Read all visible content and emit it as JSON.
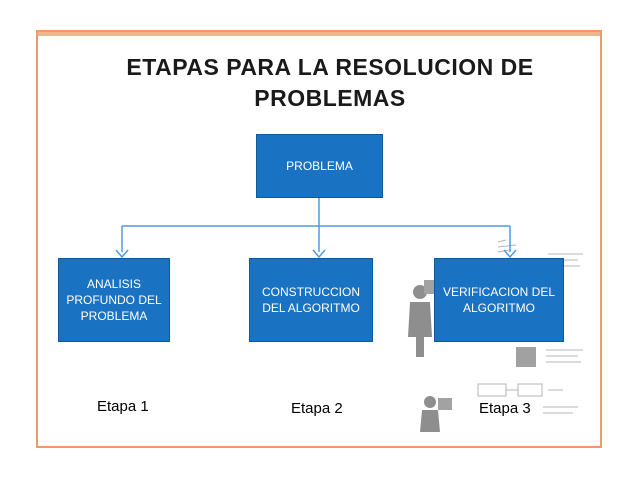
{
  "title": "ETAPAS PARA LA RESOLUCION DE PROBLEMAS",
  "root": {
    "label": "PROBLEMA"
  },
  "steps": [
    {
      "label": "ANALISIS PROFUNDO DEL PROBLEMA",
      "stage": "Etapa 1"
    },
    {
      "label": "CONSTRUCCION DEL ALGORITMO",
      "stage": "Etapa 2"
    },
    {
      "label": "VERIFICACION DEL ALGORITMO",
      "stage": "Etapa 3"
    }
  ],
  "colors": {
    "box": "#1a73c2",
    "connector": "#4d9be6",
    "border": "#ef9a6a"
  },
  "decoration": {
    "icon": "person-computer-illustration"
  }
}
